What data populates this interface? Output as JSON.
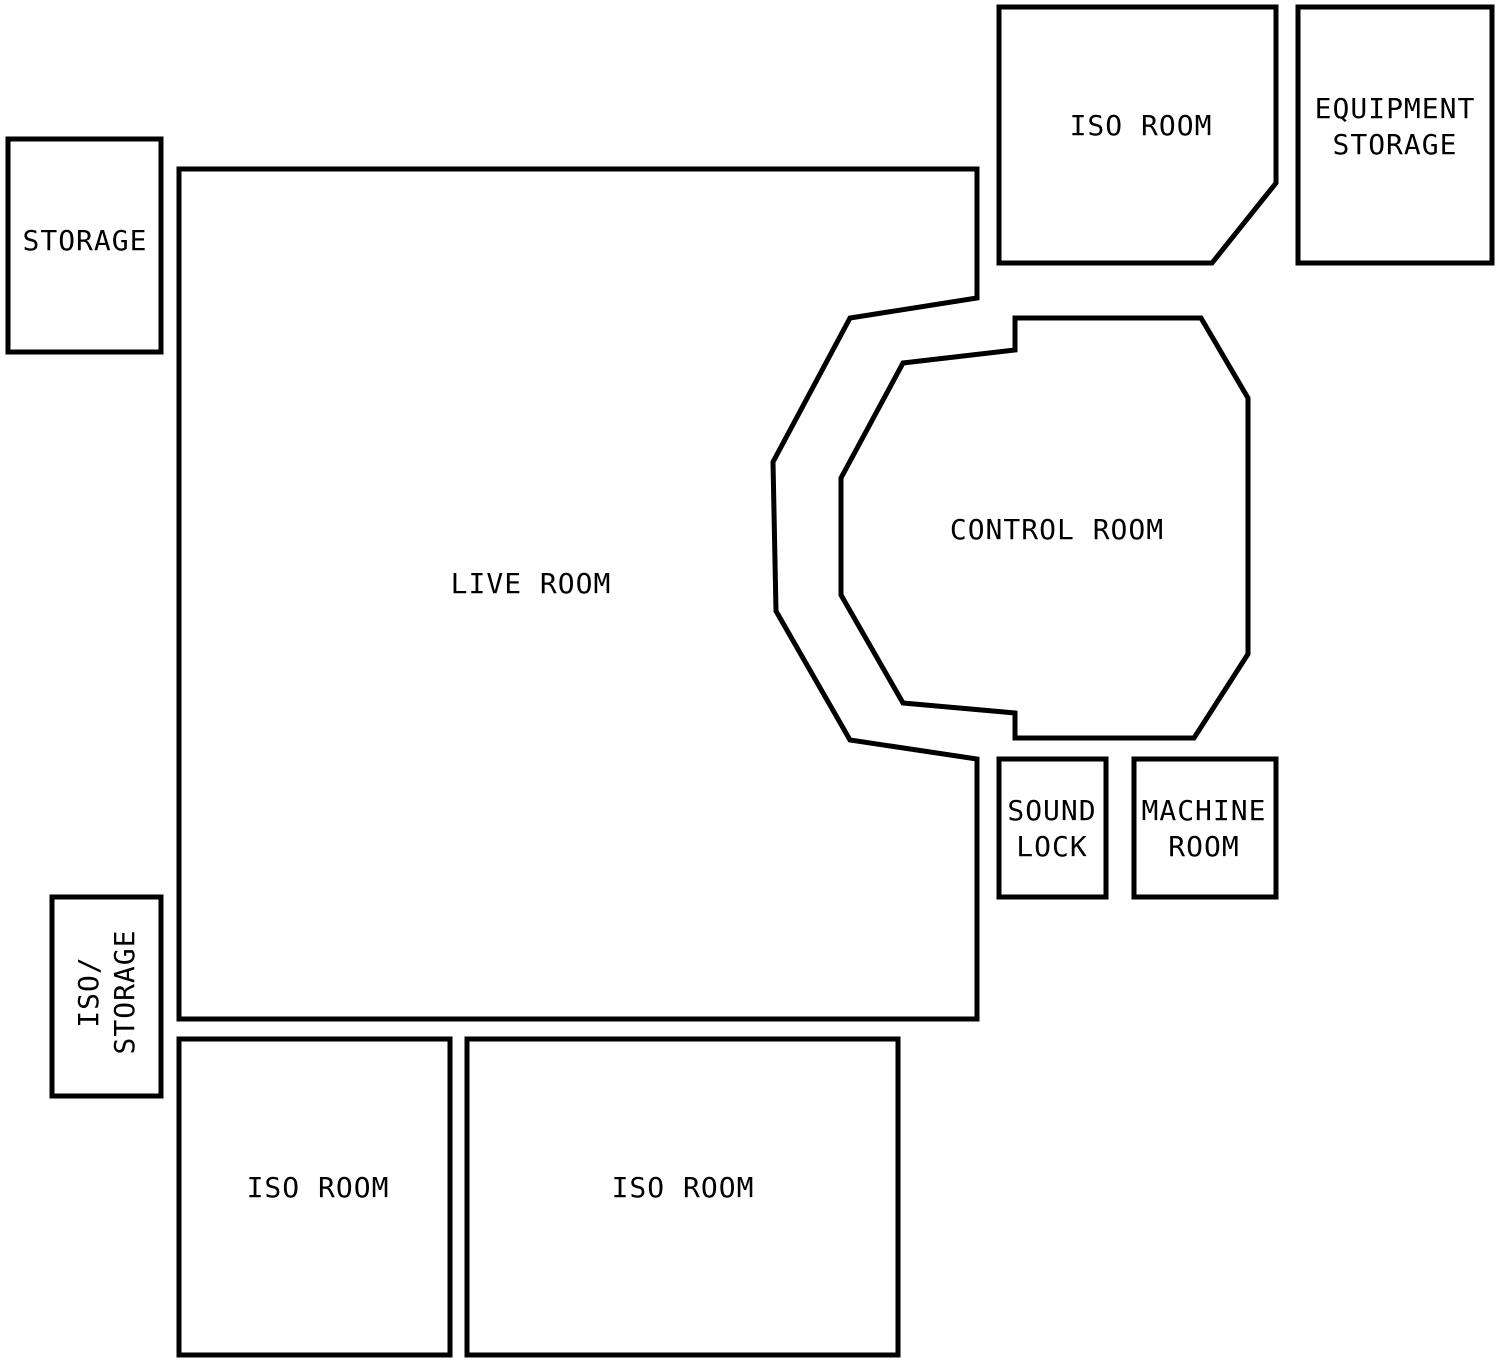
{
  "colors": {
    "background": "#ffffff",
    "wall": "#000000",
    "text": "#000000"
  },
  "rooms": {
    "storage": {
      "label": "STORAGE"
    },
    "live_room": {
      "label": "LIVE ROOM"
    },
    "iso_room_top": {
      "label": "ISO ROOM"
    },
    "equipment_storage": {
      "line1": "EQUIPMENT",
      "line2": "STORAGE"
    },
    "control_room": {
      "label": "CONTROL ROOM"
    },
    "sound_lock": {
      "line1": "SOUND",
      "line2": "LOCK"
    },
    "machine_room": {
      "line1": "MACHINE",
      "line2": "ROOM"
    },
    "iso_storage": {
      "line1": "ISO/",
      "line2": "STORAGE"
    },
    "iso_room_bottom_left": {
      "label": "ISO ROOM"
    },
    "iso_room_bottom_right": {
      "label": "ISO ROOM"
    }
  }
}
